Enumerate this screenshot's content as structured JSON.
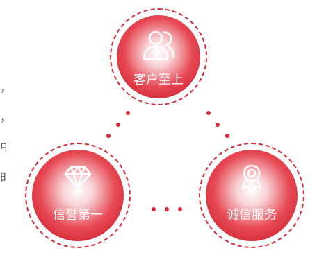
{
  "left_text_fragments": [
    "，",
    "，",
    "中",
    "的"
  ],
  "circles": [
    {
      "label": "客户至上",
      "icon": "people-icon"
    },
    {
      "label": "信誉第一",
      "icon": "diamond-icon"
    },
    {
      "label": "诚信服务",
      "icon": "award-ribbon-icon"
    }
  ],
  "colors": {
    "accent": "#d8293a",
    "fragment_text": "#555555",
    "label": "#ffffff"
  }
}
